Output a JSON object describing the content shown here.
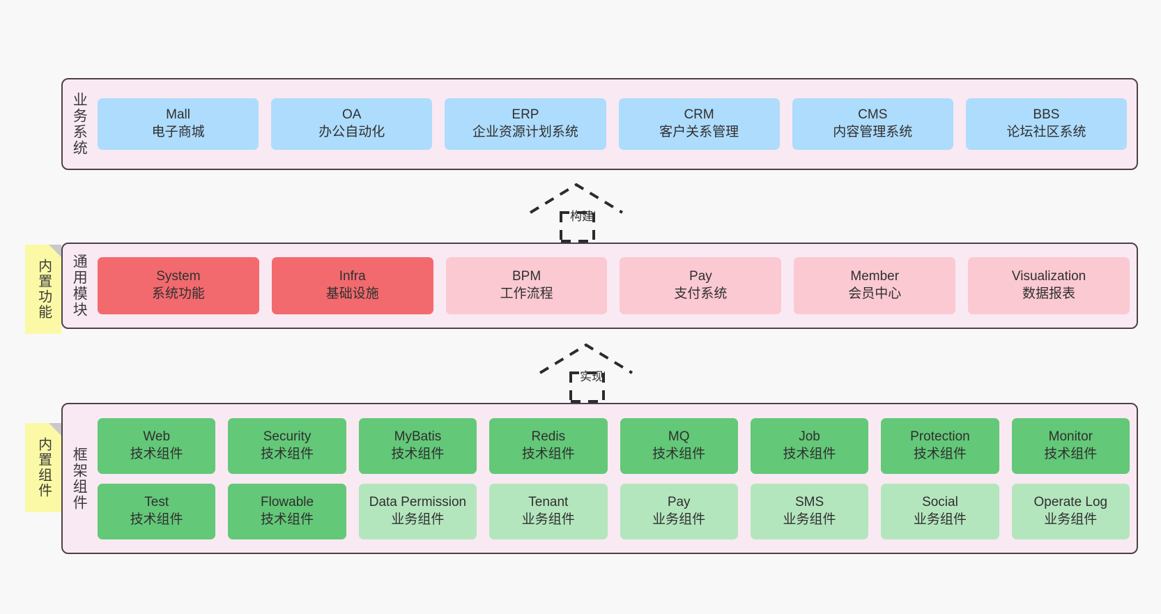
{
  "diagram": {
    "background": "#f8f8f8",
    "layer_fill": "#f9e9f2",
    "layer_border": "#4d4049",
    "note_fill": "#fbf9a5"
  },
  "layers": {
    "business": {
      "title": "业务系统",
      "color": "#aedcfc",
      "items": [
        {
          "en": "Mall",
          "cn": "电子商城"
        },
        {
          "en": "OA",
          "cn": "办公自动化"
        },
        {
          "en": "ERP",
          "cn": "企业资源计划系统"
        },
        {
          "en": "CRM",
          "cn": "客户关系管理"
        },
        {
          "en": "CMS",
          "cn": "内容管理系统"
        },
        {
          "en": "BBS",
          "cn": "论坛社区系统"
        }
      ]
    },
    "common": {
      "title": "通用模块",
      "note": "内置功能",
      "color_strong": "#f26a6e",
      "color_soft": "#fbc9d2",
      "items": [
        {
          "en": "System",
          "cn": "系统功能",
          "tone": "strong"
        },
        {
          "en": "Infra",
          "cn": "基础设施",
          "tone": "strong"
        },
        {
          "en": "BPM",
          "cn": "工作流程",
          "tone": "soft"
        },
        {
          "en": "Pay",
          "cn": "支付系统",
          "tone": "soft"
        },
        {
          "en": "Member",
          "cn": "会员中心",
          "tone": "soft"
        },
        {
          "en": "Visualization",
          "cn": "数据报表",
          "tone": "soft"
        }
      ]
    },
    "framework": {
      "title": "框架组件",
      "note": "内置组件",
      "color_strong": "#63c878",
      "color_soft": "#b4e6be",
      "row1": [
        {
          "en": "Web",
          "cn": "技术组件",
          "tone": "strong"
        },
        {
          "en": "Security",
          "cn": "技术组件",
          "tone": "strong"
        },
        {
          "en": "MyBatis",
          "cn": "技术组件",
          "tone": "strong"
        },
        {
          "en": "Redis",
          "cn": "技术组件",
          "tone": "strong"
        },
        {
          "en": "MQ",
          "cn": "技术组件",
          "tone": "strong"
        },
        {
          "en": "Job",
          "cn": "技术组件",
          "tone": "strong"
        },
        {
          "en": "Protection",
          "cn": "技术组件",
          "tone": "strong"
        },
        {
          "en": "Monitor",
          "cn": "技术组件",
          "tone": "strong"
        }
      ],
      "row2": [
        {
          "en": "Test",
          "cn": "技术组件",
          "tone": "strong"
        },
        {
          "en": "Flowable",
          "cn": "技术组件",
          "tone": "strong"
        },
        {
          "en": "Data Permission",
          "cn": "业务组件",
          "tone": "soft"
        },
        {
          "en": "Tenant",
          "cn": "业务组件",
          "tone": "soft"
        },
        {
          "en": "Pay",
          "cn": "业务组件",
          "tone": "soft"
        },
        {
          "en": "SMS",
          "cn": "业务组件",
          "tone": "soft"
        },
        {
          "en": "Social",
          "cn": "业务组件",
          "tone": "soft"
        },
        {
          "en": "Operate Log",
          "cn": "业务组件",
          "tone": "soft"
        }
      ]
    }
  },
  "arrows": {
    "build": {
      "label": "构建"
    },
    "implement": {
      "label": "实现"
    }
  }
}
